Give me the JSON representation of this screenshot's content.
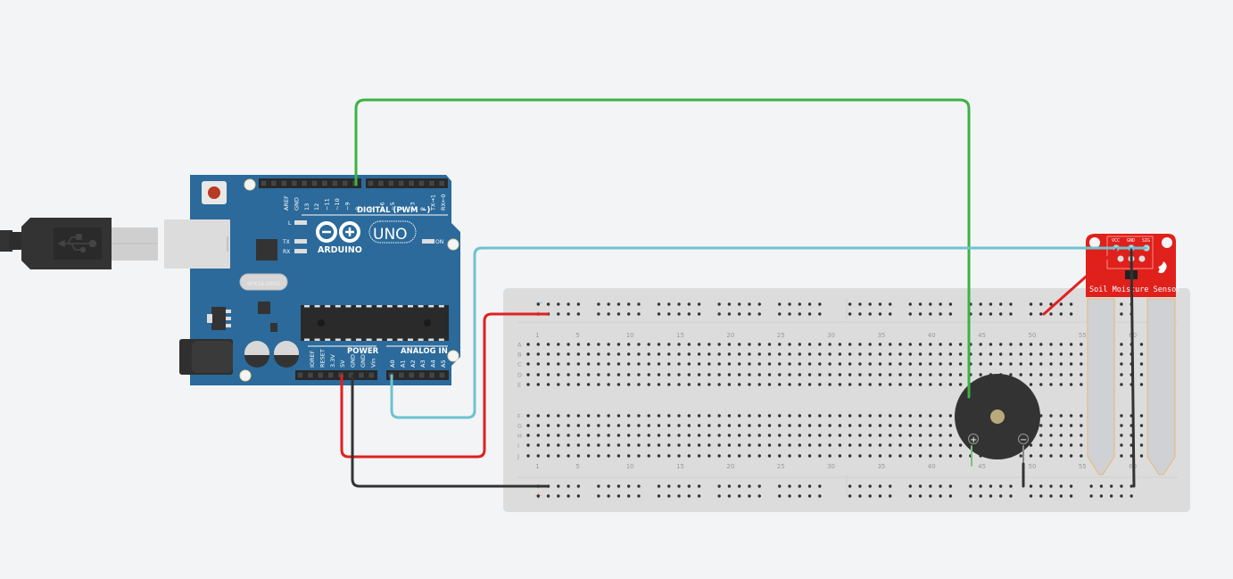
{
  "colors": {
    "background": "#f3f4f6",
    "board": "#2b6a9b",
    "breadboard": "#dcdcdc",
    "wire_green": "#3db244",
    "wire_cyan": "#6cc3d0",
    "wire_red": "#e02020",
    "wire_black": "#333333",
    "sensor": "#e0201b",
    "buzzer": "#333333"
  },
  "arduino": {
    "logo_text": "ARDUINO",
    "model": "UNO",
    "digital_label": "DIGITAL (PWM ~)",
    "power_label": "POWER",
    "analog_label": "ANALOG IN",
    "led_labels": [
      "L",
      "TX",
      "RX"
    ],
    "on_label": "ON",
    "crystal_text": "SPK16.000G",
    "digital_pins_left": [
      "AREF",
      "GND",
      "13",
      "12",
      "~11",
      "~10",
      "~9",
      "8"
    ],
    "digital_pins_right": [
      "7",
      "~6",
      "~5",
      "4",
      "~3",
      "2",
      "TX→1",
      "RX←0"
    ],
    "power_pins": [
      "IOREF",
      "RESET",
      "3.3V",
      "5V",
      "GND",
      "GND",
      "Vin"
    ],
    "analog_pins": [
      "A0",
      "A1",
      "A2",
      "A3",
      "A4",
      "A5"
    ]
  },
  "breadboard": {
    "row_labels_top": [
      "A",
      "B",
      "C",
      "D",
      "E"
    ],
    "row_labels_bottom": [
      "F",
      "G",
      "H",
      "I",
      "J"
    ],
    "column_numbers": [
      "1",
      "5",
      "10",
      "15",
      "20",
      "25",
      "30",
      "35",
      "40",
      "45",
      "50",
      "55",
      "60"
    ],
    "rail_minus": "−",
    "rail_plus": "+"
  },
  "sensor": {
    "title": "Soil Moisture Sensor",
    "pins": [
      "VCC",
      "GND",
      "SIG"
    ]
  },
  "buzzer": {
    "plus": "+",
    "minus": "−"
  }
}
